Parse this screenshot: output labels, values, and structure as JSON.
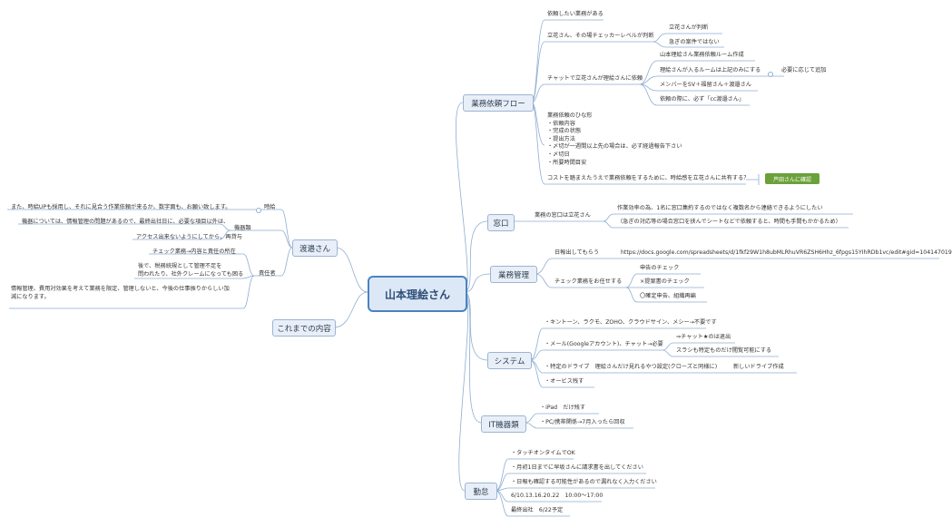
{
  "root": {
    "label": "山本理絵さん"
  },
  "right_branches": {
    "flow": {
      "label": "業務依頼フロー",
      "t1": "依頼したい業務がある",
      "t2": "立花さん、その場チェッカーレベルが判断",
      "t2a": "立花さんが判断",
      "t2b": "急ぎの案件ではない",
      "t3": "チャットで立花さんが理絵さんに依頼",
      "t3a": "山本理絵さん業務依頼ルーム作成",
      "t3b": "理絵さんが入るルームは上記のみにする",
      "t3b1": "必要に応じて追加",
      "t3c": "メンバーをSV＋福留さん＋渡邉さん",
      "t3d": "依頼の際に、必ず「cc渡邉さん」",
      "t4": "業務依頼のひな形\n・依頼内容\n・完成の状態\n・提出方法\n・〆切が一週間以上先の場合は、必ず経過報告下さい\n・〆切日\n・所要時間目安",
      "t5": "コストを踏まえたうえで業務依頼をするために、時給感を立花さんに共有する？",
      "t5_tag": "芦田さんに確認"
    },
    "window": {
      "label": "窓口",
      "t1": "業務の窓口は立花さん",
      "t1a": "作業効率の為、1名に窓口集約するのではなく複数名から連絡できるようにしたい",
      "t1b": "（急ぎの対応等の場合窓口を挟んでシートなどで依頼すると、時間も手間もかかるため）"
    },
    "mgmt": {
      "label": "業務管理",
      "t1": "日報出してもらう",
      "t1a": "https://docs.google.com/spreadsheets/d/1fkf29W1h8ubMLRhuVR6ZSH6Hhz_6fpgs15YIhRDb1vc/edit#gid=104147019",
      "t2": "チェック業務をお任せする",
      "t2a": "申告のチェック",
      "t2b": "×提案書のチェック",
      "t2c": "〇確定申告、組織再編"
    },
    "system": {
      "label": "システム",
      "t1": "・キントーン、ラクモ、ZOHO、クラウドサイン、メシー→不要です",
      "t2": "・メール(Googleアカウント)、チャット→必要",
      "t2a": "⇒チャット★のは退出",
      "t2b": "スラシも特定ものだけ閲覧可能にする",
      "t3": "・特定のドライブ　理絵さんだけ見れるやつ設定(クローズと同様に)",
      "t3a": "新しいドライブ作成",
      "t4": "・オービス残す"
    },
    "it": {
      "label": "IT機器類",
      "t1": "・iPad　だけ残す",
      "t2": "・PC/携帯関係→7月入ったら回収"
    },
    "attendance": {
      "label": "勤怠",
      "t1": "・タッチオンタイムでOK",
      "t2": "・月初1日までに早坂さんに請求書を出してください",
      "t3": "・日報も確認する可能性があるので漏れなく入力ください",
      "t4": "6/10.13.16.20.22　10:00～17:00",
      "t5": "最終出社　6/22予定"
    }
  },
  "left_branches": {
    "watanabe": {
      "label": "渡邉さん",
      "wage": "時給",
      "wage_text": "また、時給UPも採用し、それに見合う作業依頼が来るか、数字面も、お願い致します。",
      "equip": "機器類",
      "equip_text": "機器については、情報管理の問題があるので、最終出社日に、必要な項目以外は、",
      "equip_text2": "アクセス出来ないようにしてから、再貸与",
      "resp": "責任者",
      "resp_text1": "チェック業務→内容と責任の所在",
      "resp_text2": "後で、税務続規として管理不足を\n問われたり、社外クレームになっても困る",
      "resp_text3": "情報管理、費用対効果を考えて業務を限定、管理しないと、今後の仕事振りからしい加\n減になります。"
    },
    "history": {
      "label": "これまでの内容"
    }
  },
  "colors": {
    "line": "#8faed2",
    "box_fill": "#e9eff8",
    "box_border": "#9bb4d2",
    "tag": "#6aa13a"
  }
}
